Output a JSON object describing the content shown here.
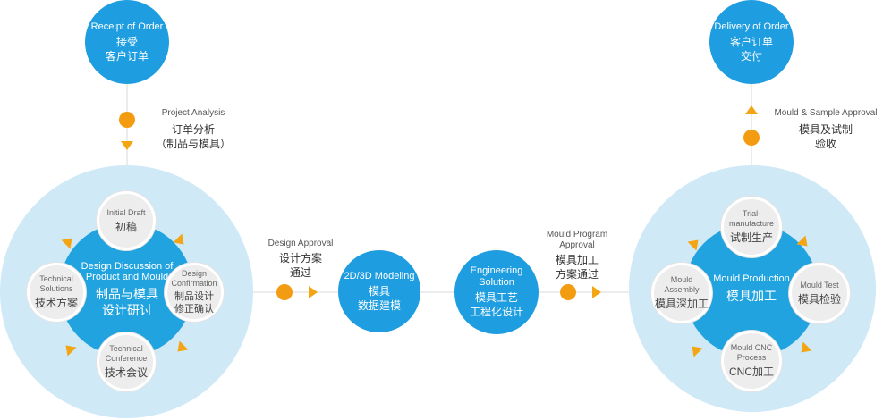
{
  "start": {
    "en": "Receipt of Order",
    "cn": "接受\n客户订单"
  },
  "step1": {
    "en": "Project Analysis",
    "cn": "订单分析\n（制品与模具）"
  },
  "design_group": {
    "title_en": "Design Discussion of Product and Mould",
    "title_cn": "制品与模具\n设计研讨",
    "satellites": [
      {
        "en": "Initial Draft",
        "cn": "初稿"
      },
      {
        "en": "Design Confirmation",
        "cn": "制品设计\n修正确认"
      },
      {
        "en": "Technical Conference",
        "cn": "技术会议"
      },
      {
        "en": "Technical Solutions",
        "cn": "技术方案"
      }
    ]
  },
  "step2": {
    "en": "Design Approval",
    "cn": "设计方案\n通过"
  },
  "modeling": {
    "en": "2D/3D Modeling",
    "cn": "模具\n数据建模"
  },
  "engineering": {
    "en": "Engineering Solution",
    "cn": "模具工艺\n工程化设计"
  },
  "step3": {
    "en": "Mould Program Approval",
    "cn": "模具加工\n方案通过"
  },
  "production_group": {
    "title_en": "Mould Production",
    "title_cn": "模具加工",
    "satellites": [
      {
        "en": "Trial-manufacture",
        "cn": "试制生产"
      },
      {
        "en": "Mould Test",
        "cn": "模具检验"
      },
      {
        "en": "Mould CNC Process",
        "cn": "CNC加工"
      },
      {
        "en": "Mould Assembly",
        "cn": "模具深加工"
      }
    ]
  },
  "step4": {
    "en": "Mould & Sample Approval",
    "cn": "模具及试制\n验收"
  },
  "end": {
    "en": "Delivery of Order",
    "cn": "客户订单\n交付"
  },
  "colors": {
    "node": "#1e9de0",
    "big_bg": "#cfe9f7",
    "accent": "#f39c12",
    "satellite": "#ededed"
  }
}
